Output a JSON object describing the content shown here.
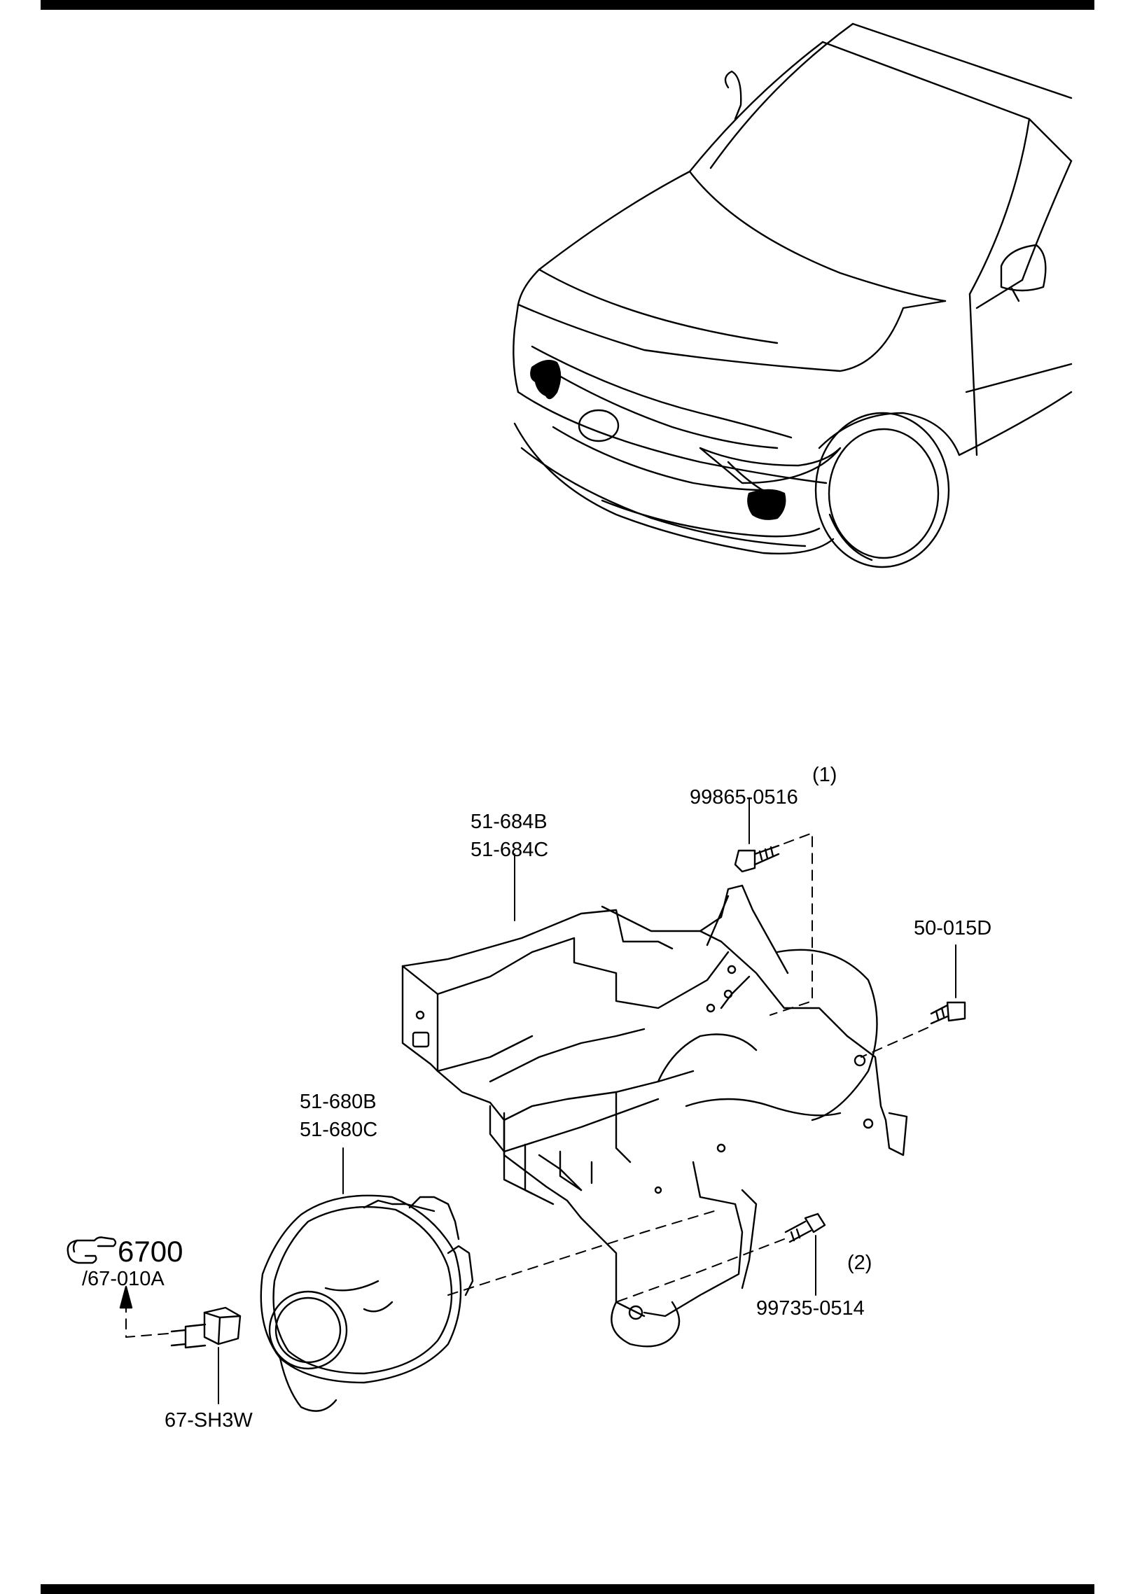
{
  "callouts": {
    "housing_b": "51-684B",
    "housing_c": "51-684C",
    "screw_top_qty": "(1)",
    "screw_top": "99865-0516",
    "bolt_right": "50-015D",
    "lamp_b": "51-680B",
    "lamp_c": "51-680C",
    "ref_section": "6700",
    "ref_sub": "/67-010A",
    "bulb": "67-SH3W",
    "screw_bottom_qty": "(2)",
    "screw_bottom": "99735-0514"
  },
  "icons": {
    "reference": "pointing-hand-icon"
  }
}
